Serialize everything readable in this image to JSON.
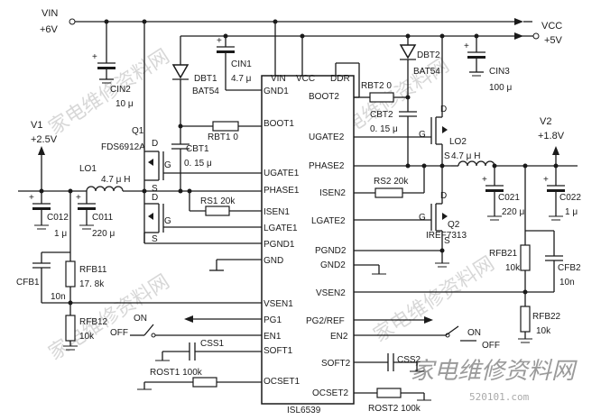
{
  "ic": {
    "name": "ISL6539",
    "left_pins": [
      "GND1",
      "BOOT1",
      "UGATE1",
      "PHASE1",
      "ISEN1",
      "LGATE1",
      "PGND1",
      "GND",
      "VSEN1",
      "PG1",
      "EN1",
      "SOFT1",
      "OCSET1"
    ],
    "right_pins": [
      "BOOT2",
      "UGATE2",
      "PHASE2",
      "ISEN2",
      "LGATE2",
      "PGND2",
      "GND2",
      "VSEN2",
      "PG2/REF",
      "EN2",
      "SOFT2",
      "OCSET2"
    ],
    "top_pins": [
      "VIN",
      "VCC",
      "DDR"
    ]
  },
  "rails": {
    "vin_name": "VIN",
    "vin_value": "+6V",
    "vcc_name": "VCC",
    "vcc_value": "+5V",
    "v1_name": "V1",
    "v1_value": "+2.5V",
    "v2_name": "V2",
    "v2_value": "+1.8V"
  },
  "components": {
    "cin2": [
      "CIN2",
      "10 μ"
    ],
    "cin1": [
      "CIN1",
      "4.7 μ"
    ],
    "cin3": [
      "CIN3",
      "100 μ"
    ],
    "dbt1": [
      "DBT1",
      "BAT54"
    ],
    "dbt2": [
      "DBT2",
      "BAT54"
    ],
    "q1": [
      "Q1",
      "FDS6912A"
    ],
    "q2": [
      "Q2",
      "IREF7313"
    ],
    "rbt1": "RBT1  0",
    "rbt2": "RBT2  0",
    "cbt1": [
      "CBT1",
      "0. 15 μ"
    ],
    "cbt2": [
      "CBT2",
      "0. 15 μ"
    ],
    "lo1": [
      "LO1",
      "4.7 μ H"
    ],
    "lo2": [
      "LO2",
      "4.7 μ H"
    ],
    "rs1": "RS1  20k",
    "rs2": "RS2  20k",
    "co12": [
      "C012",
      "1 μ"
    ],
    "co11": [
      "C011",
      "220 μ"
    ],
    "co21": [
      "C021",
      "220 μ"
    ],
    "co22": [
      "C022",
      "1 μ"
    ],
    "rfb11": [
      "RFB11",
      "17. 8k"
    ],
    "rfb12": [
      "RFB12",
      "10k"
    ],
    "cfb1": [
      "CFB1",
      "10n"
    ],
    "rfb21": [
      "RFB21",
      "10k"
    ],
    "rfb22": [
      "RFB22",
      "10k"
    ],
    "cfb2": [
      "CFB2",
      "10n"
    ],
    "css1": "CSS1",
    "css2": "CSS2",
    "rost1": "ROST1  100k",
    "rost2": "ROST2  100k"
  },
  "switches": {
    "en1_on": "ON",
    "en1_off": "OFF",
    "en2_on": "ON",
    "en2_off": "OFF"
  },
  "mosfet_terminals": [
    "D",
    "G",
    "S"
  ],
  "watermark": {
    "brand": "家电维修资料网",
    "url": "520101.com"
  }
}
